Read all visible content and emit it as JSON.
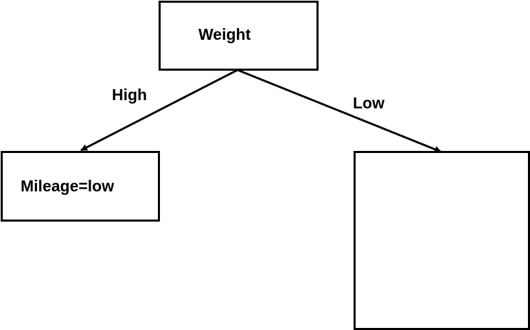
{
  "diagram": {
    "root": {
      "label": "Weight"
    },
    "edges": [
      {
        "label": "High"
      },
      {
        "label": "Low"
      }
    ],
    "children": [
      {
        "label": "Mileage=low"
      },
      {
        "label": ""
      }
    ],
    "colors": {
      "stroke": "#000000",
      "background": "#ffffff"
    }
  }
}
